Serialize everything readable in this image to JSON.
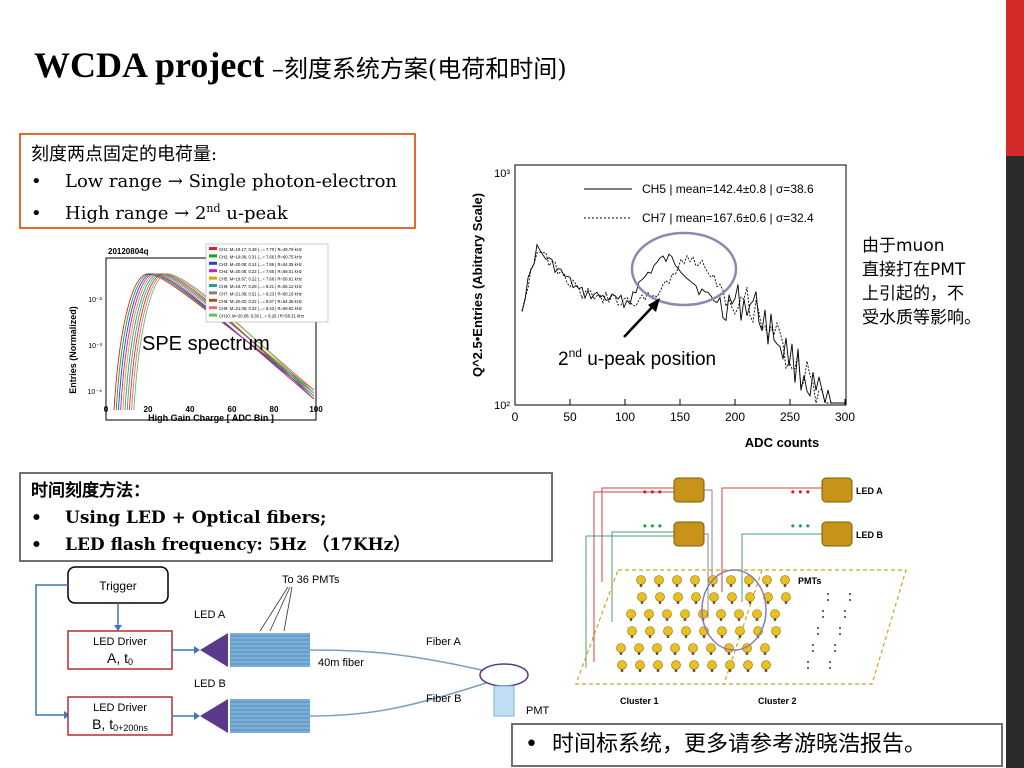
{
  "title": {
    "main": "WCDA project",
    "sub": " –刻度系统方案(电荷和时间)"
  },
  "charge_box": {
    "heading": "刻度两点固定的电荷量:",
    "items": [
      {
        "before": "Low range ",
        "arrow": "→",
        "after": " Single photon-electron"
      },
      {
        "before": "High range ",
        "arrow": "→",
        "after": " 2",
        "sup": "nd",
        "tail": " u-peak"
      }
    ]
  },
  "spe_plot": {
    "run_label": "20120804q",
    "y_label": "Entries (Normalized)",
    "x_label": "High Gain Charge [ ADC Bin ]",
    "x_ticks": [
      "0",
      "20",
      "40",
      "60",
      "80",
      "100"
    ],
    "y_ticks": [
      "10⁻²",
      "10⁻³",
      "10⁻⁴"
    ],
    "overlay": "SPE spectrum",
    "legend": [
      "CH1: M=19.17; 0.49 |...= 7.70 | R=49.79 kHz",
      "CH2: M=19.06; 0.31 |...= 7.66 | R=60.75 kHz",
      "CH3: M=20.08; 0.14 |...= 7.86 | R=54.35 kHz",
      "CH4: M=20.08; 0.22 |...= 7.65 | R=58.01 kHz",
      "CH5: M=19.67; 0.22 |...= 7.66 | R=56.61 kHz",
      "CH6: M=19.77; 0.28 |...= 8.21 | R=56.12 kHz",
      "CH7: M=21.08; 0.51 |...= 8.23 | R=60.16 kHz",
      "CH8: M=20.02; 0.22 |...= 8.07 | R=54.38 kHz",
      "CH9: M=21.08; 0.22 |...= 8.43 | R=68.82 kHz",
      "CH10: M=20.08; 0.30 |...= 8.26 | R=58.31 kHz"
    ],
    "colors": [
      "#e02020",
      "#20a020",
      "#2040e0",
      "#c020c0",
      "#e0a000",
      "#20a0a0",
      "#808080",
      "#a05020",
      "#ff6080",
      "#60c060"
    ]
  },
  "adc_plot": {
    "y_label": "Q^2.5•Entries (Abitrary Scale)",
    "x_label": "ADC counts",
    "x_ticks": [
      "0",
      "50",
      "100",
      "150",
      "200",
      "250",
      "300"
    ],
    "y_ticks": [
      "10³",
      "10²"
    ],
    "legend": [
      "CH5 | mean=142.4±0.8 | σ=38.6",
      "CH7 | mean=167.6±0.6 | σ=32.4"
    ],
    "annotation": {
      "base": "2",
      "sup": "nd",
      "rest": " u-peak position"
    }
  },
  "side_note": [
    "由于muon",
    "直接打在PMT",
    "上引起的，不",
    "受水质等影响。"
  ],
  "time_box": {
    "heading": "时间刻度方法：",
    "items": [
      "Using LED + Optical fibers;",
      "LED flash frequency: 5Hz （17KHz）"
    ]
  },
  "timing_diagram": {
    "trigger": "Trigger",
    "driver_a": {
      "label": "LED Driver",
      "value": "A, t",
      "sub": "0"
    },
    "driver_b": {
      "label": "LED Driver",
      "value": "B, t",
      "sub": "0+200ns"
    },
    "led_a": "LED A",
    "led_b": "LED B",
    "to_pmts": "To 36 PMTs",
    "fiber_len": "40m fiber",
    "fiber_a": "Fiber A",
    "fiber_b": "Fiber B",
    "pmt": "PMT"
  },
  "layout_diagram": {
    "led_a": "LED A",
    "led_b": "LED B",
    "pmts": "PMTs",
    "cluster1": "Cluster 1",
    "cluster2": "Cluster 2"
  },
  "bottom_note": "时间标系统，更多请参考游晓浩报告。",
  "colors": {
    "accent_red": "#d42a2a",
    "box_orange": "#e06a2c",
    "box_gray": "#707070",
    "led_purple": "#5a3a8a"
  }
}
